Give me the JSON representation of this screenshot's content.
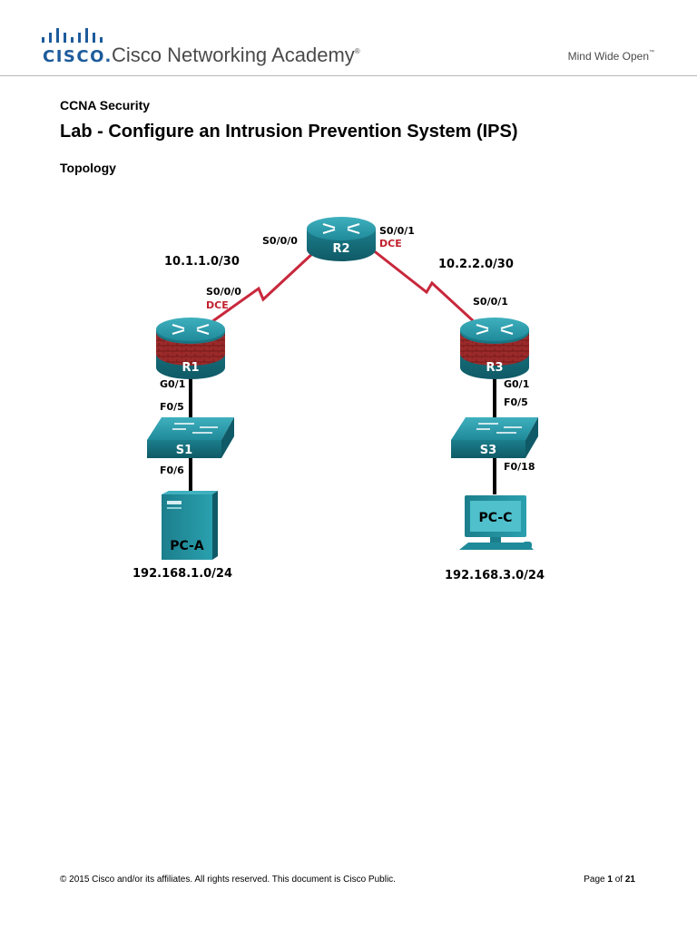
{
  "header": {
    "logo_word": "CISCO.",
    "academy_name": "Cisco Networking Academy",
    "academy_mark": "®",
    "tagline": "Mind Wide Open",
    "tagline_mark": "™"
  },
  "course": "CCNA Security",
  "title": "Lab - Configure an Intrusion Prevention System (IPS)",
  "section_heading": "Topology",
  "topology": {
    "routers": [
      {
        "name": "R2"
      },
      {
        "name": "R1"
      },
      {
        "name": "R3"
      }
    ],
    "switches": [
      {
        "name": "S1"
      },
      {
        "name": "S3"
      }
    ],
    "hosts": [
      {
        "name": "PC-A",
        "network": "192.168.1.0/24"
      },
      {
        "name": "PC-C",
        "network": "192.168.3.0/24"
      }
    ],
    "wan_links": [
      {
        "network": "10.1.1.0/30",
        "r2_interface": "S0/0/0",
        "r1_interface": "S0/0/0",
        "dce_label": "DCE"
      },
      {
        "network": "10.2.2.0/30",
        "r2_interface": "S0/0/1",
        "r2_dce_label": "DCE",
        "r3_interface": "S0/0/1"
      }
    ],
    "left_lan": {
      "router_port": "G0/1",
      "switch_uplink": "F0/5",
      "switch_host_port": "F0/6"
    },
    "right_lan": {
      "router_port": "G0/1",
      "switch_uplink": "F0/5",
      "switch_host_port": "F0/18"
    },
    "colors": {
      "device_teal": "#1f8a9a",
      "serial_link": "#c8283c",
      "dce_text": "#c0202e",
      "firewall_red": "#9b2a2a"
    }
  },
  "footer": {
    "copyright": "© 2015 Cisco and/or its affiliates. All rights reserved. This document is Cisco Public.",
    "page_prefix": "Page",
    "page_number": "1",
    "page_of": "of",
    "page_total": "21"
  }
}
